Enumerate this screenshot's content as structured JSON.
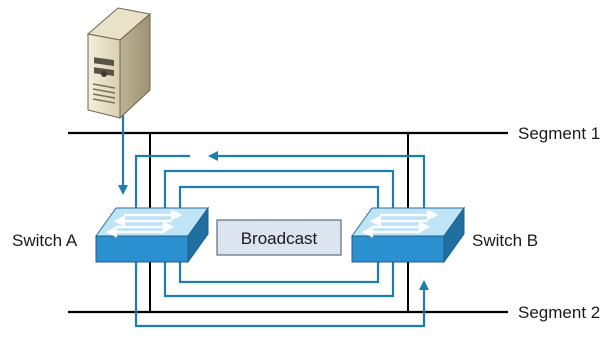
{
  "segments": {
    "top_label": "Segment 1",
    "bottom_label": "Segment 2"
  },
  "switches": {
    "left_label": "Switch A",
    "right_label": "Switch B"
  },
  "broadcast_label": "Broadcast",
  "icons": {
    "server": "server-tower-icon",
    "switch": "network-switch-icon"
  },
  "colors": {
    "line": "#000000",
    "loop": "#1a7fb0",
    "switch_body": "#2b8fd0",
    "switch_top": "#bfe3f7",
    "broadcast_box": "#dbe4ef"
  }
}
